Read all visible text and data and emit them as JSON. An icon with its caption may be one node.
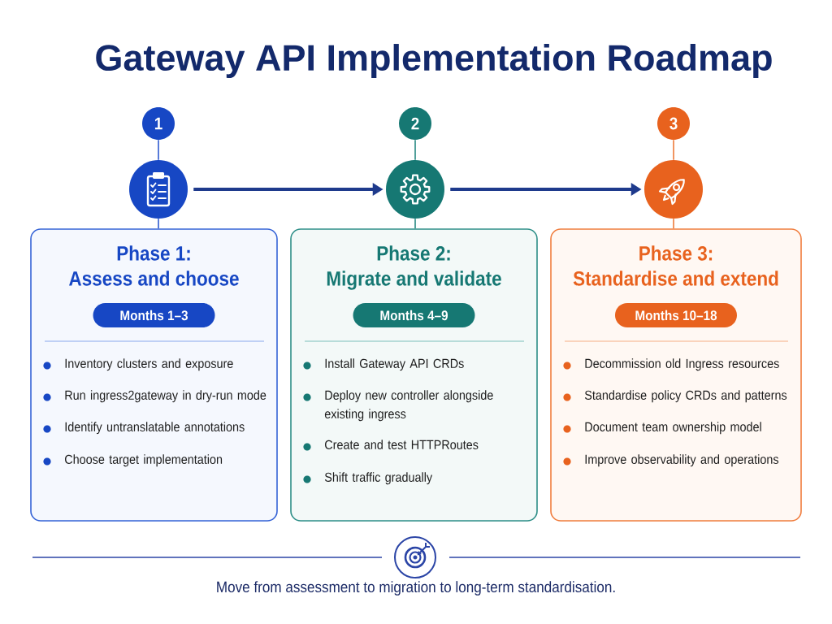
{
  "diagram": {
    "title": "Gateway API Implementation Roadmap",
    "caption": "Move from assessment to migration to long-term standardisation.",
    "nodes": [
      {
        "text": [
          "1"
        ]
      },
      {
        "text": [],
        "shape": "circle"
      },
      {
        "text": [
          "Phase 1:",
          "Assess and choose",
          "Inventory clusters and exposure",
          "Run ingress2gateway in dry-run mode",
          "Identify untranslatable annotations",
          "Choose target implementation"
        ]
      },
      {
        "text": [
          "Months 1–3"
        ],
        "in": 2
      },
      {
        "text": [
          "2"
        ]
      },
      {
        "text": [],
        "shape": "circle"
      },
      {
        "text": [
          "Phase 2:",
          "Migrate and validate",
          "Install Gateway API CRDs",
          "Deploy new controller alongside existing ingress",
          "Create and test HTTPRoutes",
          "Shift traffic gradually"
        ]
      },
      {
        "text": [
          "Months 4–9"
        ],
        "in": 6
      },
      {
        "text": [
          "3"
        ]
      },
      {
        "text": [],
        "shape": "circle"
      },
      {
        "text": [
          "Phase 3:",
          "Standardise and extend",
          "Decommission old Ingress resources",
          "Standardise policy CRDs and patterns",
          "Document team ownership model",
          "Improve observability and operations"
        ]
      },
      {
        "text": [
          "Months 10–18"
        ],
        "in": 10
      }
    ],
    "edges": [
      {
        "from": 0,
        "to": 1,
        "arrow": "none",
        "color": "#2f5bd0"
      },
      {
        "from": 1,
        "to": 2,
        "arrow": "none",
        "color": "#2f5bd0"
      },
      {
        "from": 1,
        "to": 5,
        "arrow": "to",
        "style": "thick",
        "color": "#1e3a8c"
      },
      {
        "from": 4,
        "to": 5,
        "arrow": "none",
        "color": "#2a8a84"
      },
      {
        "from": 5,
        "to": 6,
        "arrow": "none",
        "color": "#2a8a84"
      },
      {
        "from": 5,
        "to": 9,
        "arrow": "to",
        "style": "thick",
        "color": "#1e3a8c"
      },
      {
        "from": 8,
        "to": 9,
        "arrow": "none",
        "color": "#ee7a3a"
      },
      {
        "from": 9,
        "to": 10,
        "arrow": "none",
        "color": "#ee7a3a"
      }
    ]
  }
}
